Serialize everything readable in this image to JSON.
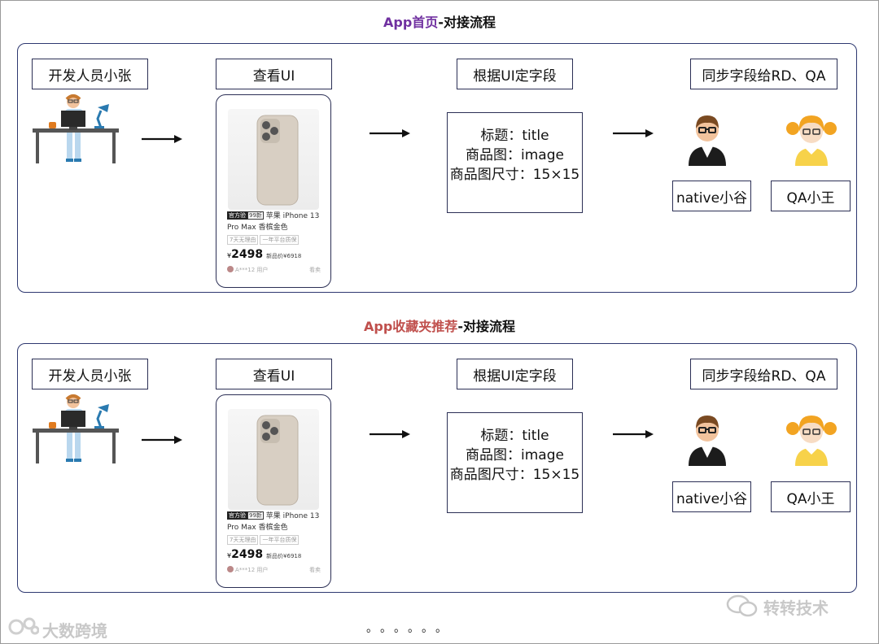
{
  "sections": [
    {
      "title_accent": "App首页",
      "title_rest": "-对接流程",
      "title_color": "#7030a0",
      "steps": {
        "developer": "开发人员小张",
        "view_ui": "查看UI",
        "define_fields": "根据UI定字段",
        "sync": "同步字段给RD、QA"
      },
      "fields": [
        "标题：title",
        "商品图：image",
        "商品图尺寸：15×15"
      ],
      "roles": {
        "rd": "native小谷",
        "qa": "QA小王"
      },
      "product": {
        "tag": "官方验",
        "tag2": "99新",
        "name": "苹果 iPhone 13 Pro Max 香槟金色",
        "chips": [
          "7天无理由",
          "一年平台质保"
        ],
        "currency": "¥",
        "price": "2498",
        "new_price": "新品价¥6918",
        "user": "A***12 用户",
        "want": "看卖"
      }
    },
    {
      "title_accent": "App收藏夹推荐",
      "title_rest": "-对接流程",
      "title_color": "#c0504d",
      "steps": {
        "developer": "开发人员小张",
        "view_ui": "查看UI",
        "define_fields": "根据UI定字段",
        "sync": "同步字段给RD、QA"
      },
      "fields": [
        "标题：title",
        "商品图：image",
        "商品图尺寸：15×15"
      ],
      "roles": {
        "rd": "native小谷",
        "qa": "QA小王"
      },
      "product": {
        "tag": "官方验",
        "tag2": "99新",
        "name": "苹果 iPhone 13 Pro Max 香槟金色",
        "chips": [
          "7天无理由",
          "一年平台质保"
        ],
        "currency": "¥",
        "price": "2498",
        "new_price": "新品价¥6918",
        "user": "A***12 用户",
        "want": "看卖"
      }
    }
  ],
  "ellipsis": "。。。。。。",
  "watermark_left": "大数跨境",
  "watermark_right": "转转技术"
}
